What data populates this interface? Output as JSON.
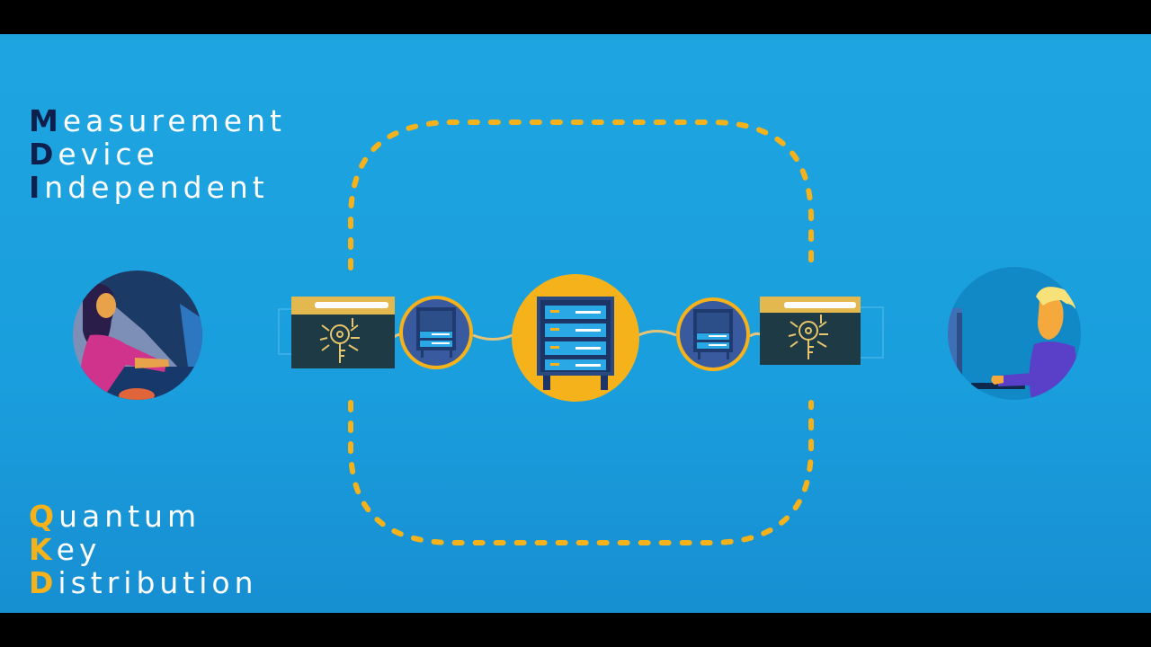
{
  "title_top": {
    "lines": [
      {
        "initial": "M",
        "rest": "easurement"
      },
      {
        "initial": "D",
        "rest": "evice"
      },
      {
        "initial": "I",
        "rest": "ndependent"
      }
    ]
  },
  "title_bottom": {
    "lines": [
      {
        "initial": "Q",
        "rest": "uantum"
      },
      {
        "initial": "K",
        "rest": "ey"
      },
      {
        "initial": "D",
        "rest": "istribution"
      }
    ]
  },
  "colors": {
    "background": "#1ea5e0",
    "accent_gold": "#f5b21a",
    "navy": "#0d1f4d",
    "panel_dark": "#1d3a45"
  },
  "icons": [
    "person-left-icon",
    "key-circuit-icon",
    "server-rack-icon",
    "central-relay-server-icon",
    "person-right-icon"
  ]
}
